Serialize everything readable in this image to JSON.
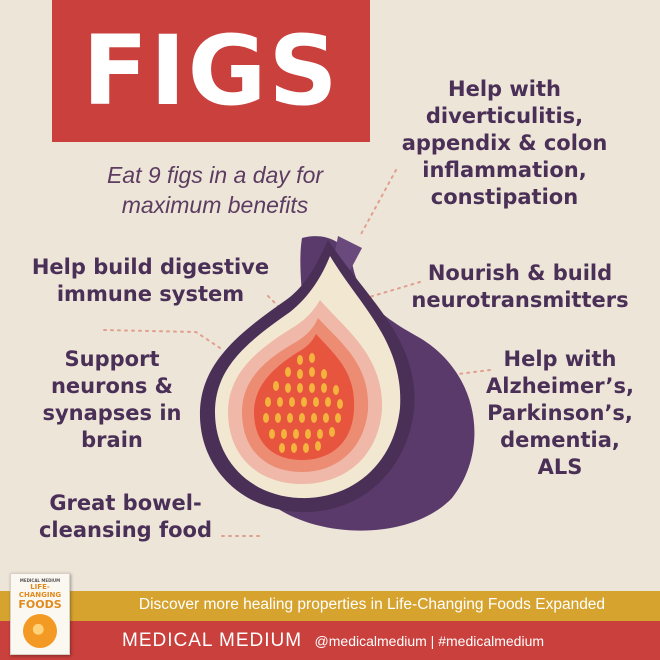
{
  "title": "FIGS",
  "subtitle_lines": [
    "Eat 9 figs in a day for",
    "maximum benefits"
  ],
  "benefits": {
    "diverticulitis": [
      "Help with",
      "diverticulitis,",
      "appendix & colon",
      "inflammation,",
      "constipation"
    ],
    "digestive": [
      "Help build digestive",
      "immune system"
    ],
    "neurotransmitters": [
      "Nourish & build",
      "neurotransmitters"
    ],
    "neurons": [
      "Support",
      "neurons &",
      "synapses in",
      "brain"
    ],
    "alzheimers": [
      "Help with",
      "Alzheimer’s,",
      "Parkinson’s,",
      "dementia,",
      "ALS"
    ],
    "bowel": [
      "Great bowel-",
      "cleansing food"
    ]
  },
  "book": {
    "author_line": "MEDICAL MEDIUM",
    "title_line": "LIFE-CHANGING",
    "foods_line": "FOODS"
  },
  "banner_text": "Discover more healing properties in Life-Changing Foods Expanded",
  "footer": {
    "brand": "MEDICAL MEDIUM",
    "handles": "@medicalmedium | #medicalmedium"
  },
  "colors": {
    "background": "#ede5d8",
    "title_red": "#c9403d",
    "text_purple": "#4a2f57",
    "fig_skin": "#5a3a6b",
    "fig_flesh": "#e8553f",
    "banner_gold": "#d7a32f"
  }
}
